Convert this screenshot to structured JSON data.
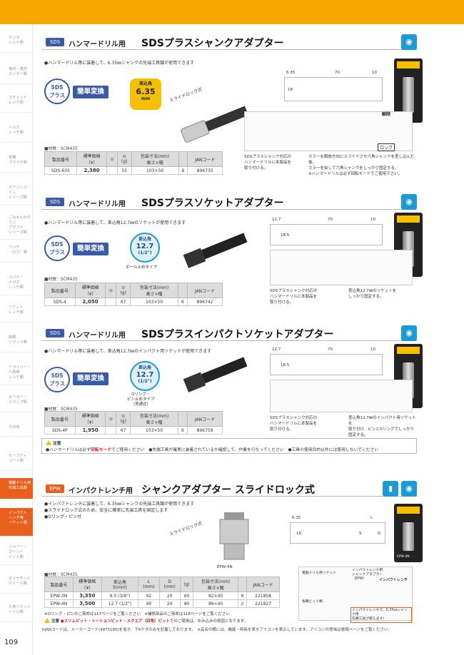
{
  "sidebar": {
    "items": [
      {
        "label": "センタ\nレンチ類"
      },
      {
        "label": "電材・整材\nカッター類"
      },
      {
        "label": "ラチェット\nレンチ類"
      },
      {
        "label": "トルク\nレンチ類"
      },
      {
        "label": "各種\nプライヤ類"
      },
      {
        "label": "ステンレス\nミニ\nシリーズ類"
      },
      {
        "label": "ごはぁんわれ\nミニ\nプライヤ\nシリーズ類"
      },
      {
        "label": "ベンチ\n（万力）類"
      },
      {
        "label": "スパナ・\nメガネ\nレンチ類"
      },
      {
        "label": "ソケット\nレンチ類"
      },
      {
        "label": "鉄鋼\nソケット類"
      },
      {
        "label": "ドライバー・\n六角棒\nレンチ類"
      },
      {
        "label": "ボーラー・\nクランプ類"
      },
      {
        "label": "その他"
      },
      {
        "label": "セーフティ\nコード類"
      },
      {
        "label": "電動ドリル用\n先端工具類"
      },
      {
        "label": "インパクト\nレンチ用\nソケット類"
      },
      {
        "label": "リペアー・\nプーリー\nナット類"
      },
      {
        "label": "ダイヤモンド\nホイール類"
      },
      {
        "label": "九角ソケット\nドリル類"
      }
    ],
    "page_number": "109"
  },
  "sections": [
    {
      "tag": "SDS",
      "title_pre": "ハンマードリル用",
      "title": "SDSプラスシャンクアダプター",
      "desc": "●ハンマードリル等に装着して、6.35㎜シャンクの先端工具類が使用できます",
      "badge_sds": "SDS\nプラス",
      "badge_conv": "簡単変換",
      "badge_size_top": "差込角",
      "badge_size": "6.35",
      "badge_size_unit": "mm",
      "slide_label": "スライドロック式",
      "material": "■材質：SCM435",
      "headers": [
        "製品番号",
        "標準価格\n（¥）",
        "⊙",
        "⊙\n(g)",
        "包装寸法(mm)\n高さ×幅",
        "",
        "JANコード"
      ],
      "rows": [
        [
          "SDS-635",
          "2,380",
          "",
          "55",
          "103×50",
          "6",
          "896735"
        ]
      ],
      "dims": [
        "6.35",
        "18",
        "70",
        "10"
      ],
      "caption_left": "SDSプラスシャンク対応の\nハンマードリルに本製品を\n取り付ける。",
      "caption_right": "カラーを解放方向にスライドさせ六角シャンクを差し込んだ後、\nカラーを戻して六角シャンクをしっかり固定する。\n※ハンマードリルは必ず回転モードでご使用下さい。",
      "release_label": "解除",
      "lock_label": "ロック",
      "pkg_label": "SDS-635"
    },
    {
      "tag": "SDS",
      "title_pre": "ハンマードリル用",
      "title": "SDSプラスソケットアダプター",
      "desc": "●ハンマードリル等に装着して、差込角12.7㎜のソケットが使用できます",
      "badge_sds": "SDS\nプラス",
      "badge_conv": "簡単変換",
      "badge_size_top": "差込角",
      "badge_size": "12.7",
      "badge_size_unit": "(1/2\")",
      "ball_label": "ボール止めタイプ",
      "material": "■材質：SCM435",
      "headers": [
        "製品番号",
        "標準価格\n（¥）",
        "⊙",
        "⊙\n(g)",
        "包装寸法(mm)\n高さ×幅",
        "",
        "JANコード"
      ],
      "rows": [
        [
          "SDS-4",
          "2,050",
          "",
          "67",
          "103×50",
          "6",
          "896742"
        ]
      ],
      "dims": [
        "12.7",
        "18.5",
        "70",
        "10"
      ],
      "caption_left": "SDSプラスシャンク対応の\nハンマードリルに本製品を\n取り付ける。",
      "caption_right": "差込角12.7㎜のソケットを\nしっかり固定する。",
      "pkg_label": "SDS-4"
    },
    {
      "tag": "SDS",
      "title_pre": "ハンマードリル用",
      "title": "SDSプラスインパクトソケットアダプター",
      "desc": "●ハンマードリル等に装着して、差込角12.7㎜のインパクト用ソケットが使用できます",
      "badge_sds": "SDS\nプラス",
      "badge_conv": "簡単変換",
      "badge_size_top": "差込角",
      "badge_size": "12.7",
      "badge_size_unit": "(1/2\")",
      "ball_label": "Oリング・\nピン止めタイプ\n（貫通式）",
      "material": "■材質：SCM435",
      "headers": [
        "製品番号",
        "標準価格\n（¥）",
        "⊙",
        "⊙\n(g)",
        "包装寸法(mm)\n高さ×幅",
        "",
        "JANコード"
      ],
      "rows": [
        [
          "SDS-4P",
          "1,950",
          "",
          "67",
          "103×50",
          "6",
          "896759"
        ]
      ],
      "dims": [
        "12.7",
        "18.5",
        "70",
        "10"
      ],
      "caption_left": "SDSプラスシャンク対応の\nハンマードリルに本製品を\n取り付ける。",
      "caption_right": "差込角12.7㎜のインパクト用ソケットを\n取り付け、ピンとOリングでしっかり固定する。",
      "pkg_label": "SDS-4P"
    }
  ],
  "caution": {
    "title": "注意",
    "line_pre": "●ハンマードリルは必ず",
    "line_red": "回転モード",
    "line_post": "でご使用ください　●先端工具が確実に装着されているか確認して、作業を行なってください　●工具の使用目的以外には使用しないでください"
  },
  "epw": {
    "tag": "EPW",
    "title_pre": "インパクトレンチ用",
    "title": "シャンクアダプター スライドロック式",
    "desc": "●インパクトレンチに装着して、6.35㎜シャンクの先端工具類が使用できます\n●スライドロック式のため、安全に確実に先端工具を固定します\n●Oリング・ピン付",
    "slide_label": "スライドロック式",
    "product_label": "EPW-4N",
    "material": "■材質：SCM435",
    "headers": [
      "製品番号",
      "標準価格\n（¥）",
      "差込角\nS(mm)",
      "L\n(mm)",
      "D\n(mm)",
      "(g)",
      "包装寸法(mm)\n高さ×幅",
      "",
      "JANコード"
    ],
    "rows": [
      [
        "EPW-3N",
        "3,350",
        "9.5 (3/8\")",
        "42",
        "20",
        "60",
        "82×40",
        "6",
        "221858"
      ],
      [
        "EPW-4N",
        "3,500",
        "12.7 (1/2\")",
        "49",
        "24",
        "80",
        "89×40",
        "//",
        "221827"
      ]
    ],
    "dims": [
      "6.35",
      "18",
      "L",
      "S",
      "D"
    ],
    "note_line1": "※Oリング・ピンのご用命は117ページをご覧ください　※補修部品のご用命は118ページをご覧ください",
    "caution_pre": "注意",
    "caution_red": "●スリムビット・トーションビット・スクエア（四角）ビット",
    "caution_post": "でのご使用は、ゆみ込みの原因となります。",
    "diagram_labels": [
      "電動ドリル用ソケット",
      "インパクトレンチ用\nシャンクアダプター\n（EPW）",
      "インパクトレンチ",
      "各種ビット類"
    ],
    "diagram_caption": "インパクトレンチで、6.35㎜シャンク用\n先端工具が使えます！",
    "pkg_label": "EPW-4N"
  },
  "footer": "※JANコードは、メーカーコード(4975180)を省き、下6ケタのみを記載しております。　※品名の横には、機能・特長を表すアイコンを表示しています。アイコンの意味は巻頭ページをご覧ください。",
  "colors": {
    "accent_orange": "#f6a800",
    "brand_blue": "#3a5aa8",
    "cyan": "#1b9bd6",
    "active_tab": "#e8601c",
    "red": "#d21e1e"
  }
}
